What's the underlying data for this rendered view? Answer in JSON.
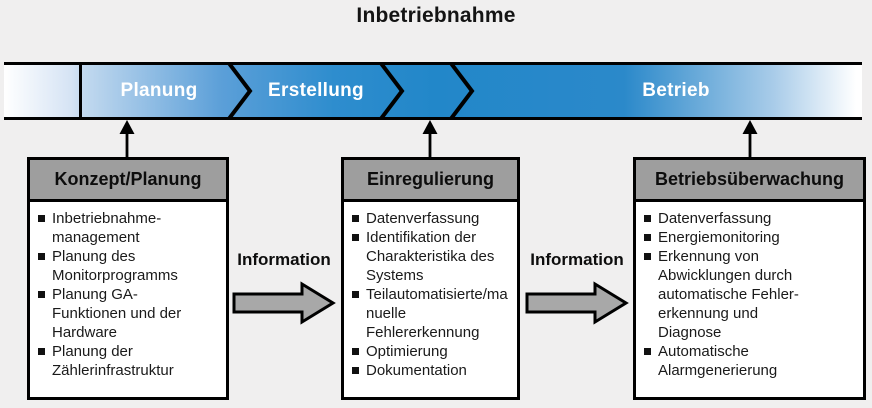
{
  "title": "Inbetriebnahme",
  "timeline": {
    "phases": [
      "Planung",
      "Erstellung",
      "Betrieb"
    ]
  },
  "info_arrows": [
    {
      "label": "Information"
    },
    {
      "label": "Information"
    }
  ],
  "boxes": [
    {
      "title": "Konzept/Planung",
      "items": [
        "Inbetriebnahme-management",
        "Planung des Monitorprogramms",
        "Planung GA-Funktionen und der Hardware",
        "Planung der Zählerinfrastruktur"
      ]
    },
    {
      "title": "Einregulierung",
      "items": [
        "Datenverfassung",
        "Identifikation der Charakteristika des Systems",
        "Teilautomatisierte/manuelle Fehlererkennung",
        "Optimierung",
        "Dokumentation"
      ]
    },
    {
      "title": "Betriebsüberwachung",
      "items": [
        "Datenverfassung",
        "Energiemonitoring",
        "Erkennung von Abwicklungen durch automatische Fehler-erkennung und Diagnose",
        "Automatische Alarmgenerierung"
      ]
    }
  ],
  "colors": {
    "background": "#f0efef",
    "bar_blue": "#2287c9",
    "bar_blue_light": "#c2d9ef",
    "box_header_gray": "#9e9e9e",
    "arrow_gray": "#a8a8a8",
    "outline_black": "#000000",
    "phase_text": "#ffffff"
  }
}
